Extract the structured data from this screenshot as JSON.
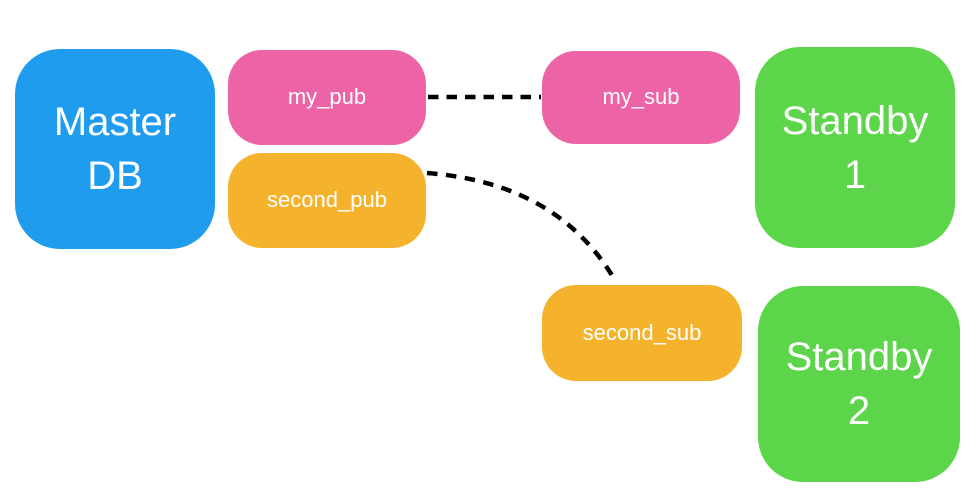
{
  "diagram": {
    "background": "#ffffff",
    "text_color": "#ffffff",
    "nodes": {
      "master_db": {
        "lines": [
          "Master",
          "DB"
        ],
        "color": "#1F9CEE",
        "role": "database"
      },
      "my_pub": {
        "label": "my_pub",
        "color": "#EC64A5",
        "role": "publication"
      },
      "second_pub": {
        "label": "second_pub",
        "color": "#F5B32D",
        "role": "publication"
      },
      "my_sub": {
        "label": "my_sub",
        "color": "#EC64A5",
        "role": "subscription"
      },
      "second_sub": {
        "label": "second_sub",
        "color": "#F5B32D",
        "role": "subscription"
      },
      "standby_1": {
        "lines": [
          "Standby",
          "1"
        ],
        "color": "#5DD54A",
        "role": "database"
      },
      "standby_2": {
        "lines": [
          "Standby",
          "2"
        ],
        "color": "#5DD54A",
        "role": "database"
      }
    },
    "connections": [
      {
        "from": "my_pub",
        "to": "my_sub",
        "style": "dashed",
        "color": "#000000"
      },
      {
        "from": "second_pub",
        "to": "second_sub",
        "style": "dashed",
        "color": "#000000"
      }
    ]
  }
}
